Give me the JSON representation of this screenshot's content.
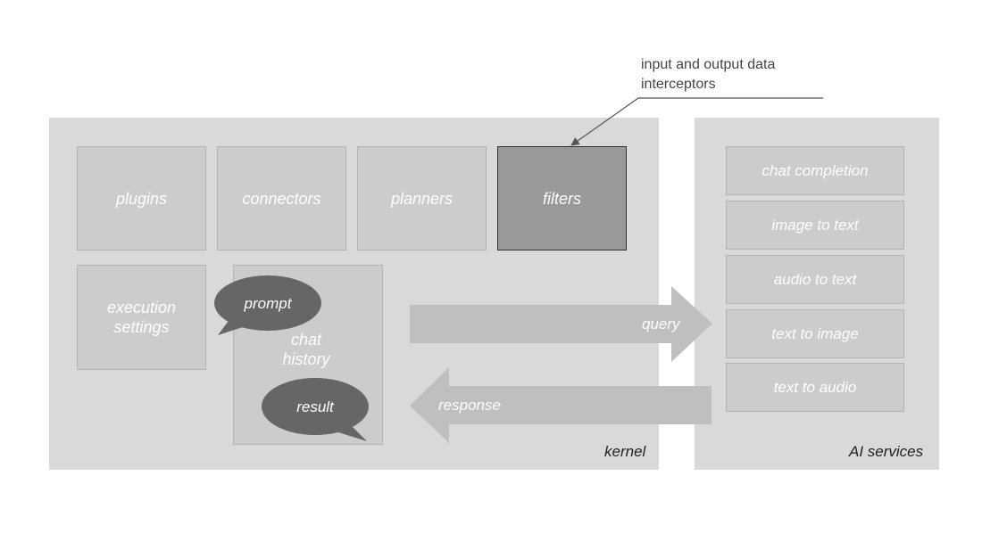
{
  "annotation": {
    "line1": "input and output data",
    "line2": "interceptors"
  },
  "kernel": {
    "label": "kernel",
    "components": {
      "plugins": "plugins",
      "connectors": "connectors",
      "planners": "planners",
      "filters": "filters",
      "execution_settings_line1": "execution",
      "execution_settings_line2": "settings",
      "chat_history_line1": "chat",
      "chat_history_line2": "history"
    },
    "bubbles": {
      "prompt": "prompt",
      "result": "result"
    }
  },
  "arrows": {
    "query": "query",
    "response": "response"
  },
  "ai_services": {
    "label": "AI services",
    "items": [
      "chat completion",
      "image to text",
      "audio to text",
      "text to image",
      "text to audio"
    ]
  },
  "colors": {
    "panel": "#d9d9d9",
    "box": "#cccccc",
    "box_dark": "#999999",
    "bubble": "#666666",
    "arrow": "#bfbfbf"
  }
}
